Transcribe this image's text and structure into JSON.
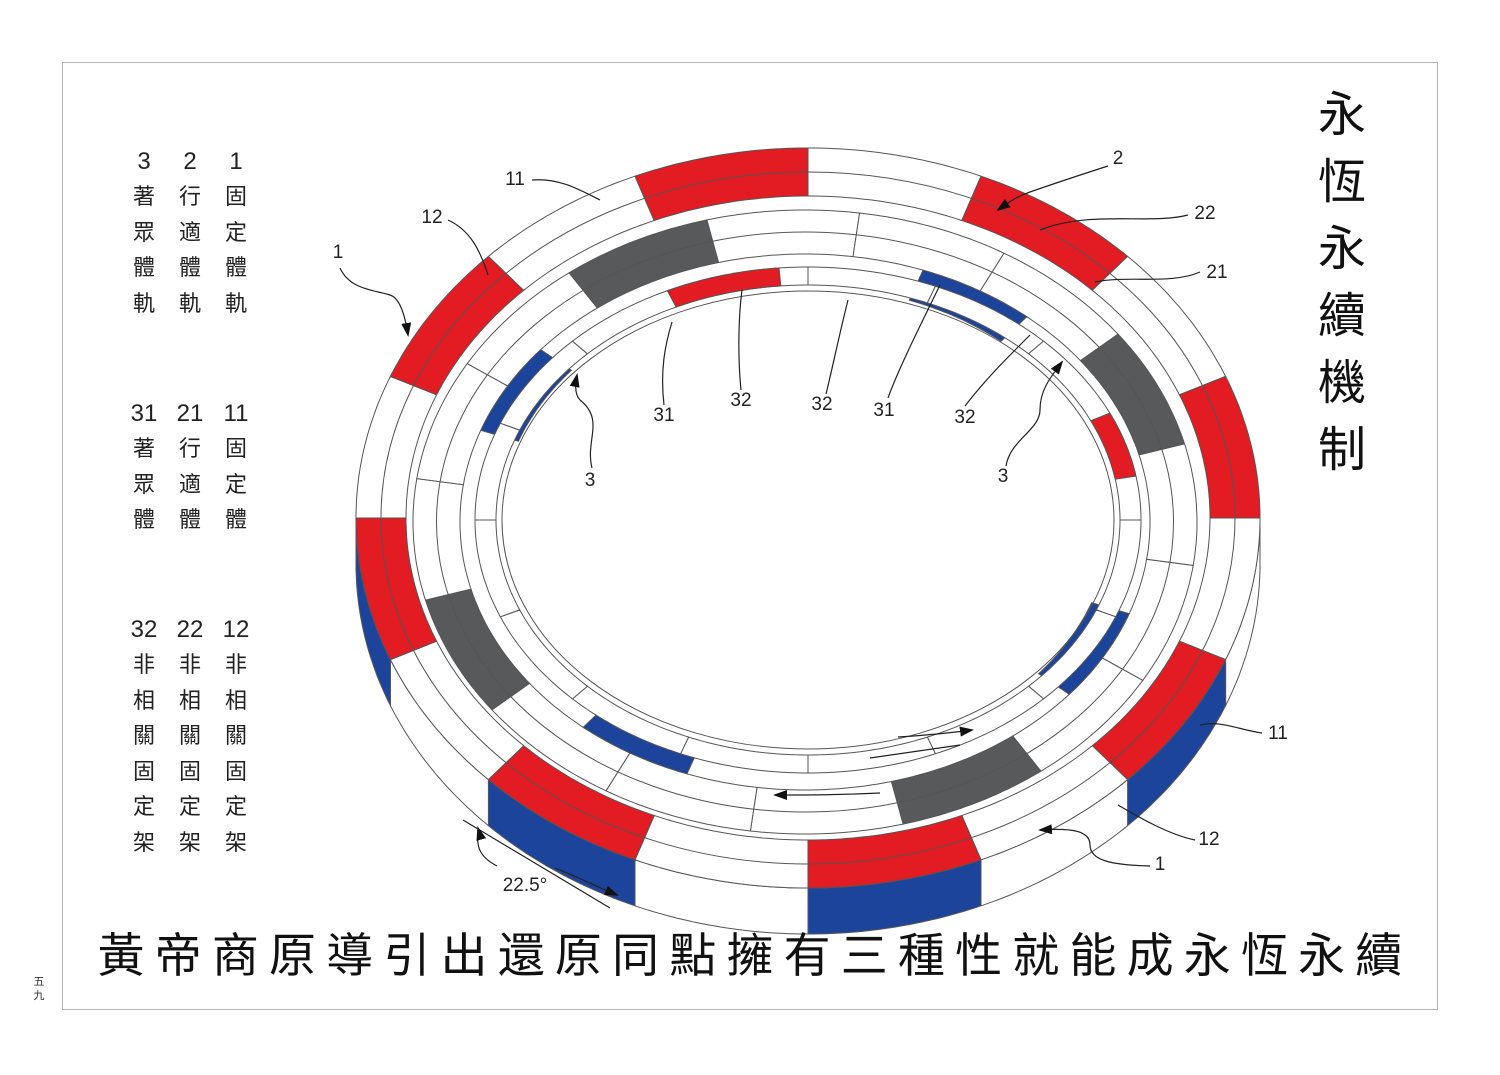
{
  "title_vertical": [
    "永",
    "恆",
    "永",
    "續",
    "機",
    "制"
  ],
  "bottom_caption": [
    "黃",
    "帝",
    "商",
    "原",
    "導",
    "引",
    "出",
    "還",
    "原",
    "同",
    "點",
    "擁",
    "有",
    "三",
    "種",
    "性",
    "就",
    "能",
    "成",
    "永",
    "恆",
    "永",
    "續"
  ],
  "page_number": [
    "五",
    "九"
  ],
  "legend_groups": [
    {
      "columns": [
        {
          "num": "1",
          "chars": [
            "固",
            "定",
            "體",
            "軌"
          ]
        },
        {
          "num": "2",
          "chars": [
            "行",
            "適",
            "體",
            "軌"
          ]
        },
        {
          "num": "3",
          "chars": [
            "著",
            "眾",
            "體",
            "軌"
          ]
        }
      ]
    },
    {
      "columns": [
        {
          "num": "11",
          "chars": [
            "固",
            "定",
            "體"
          ]
        },
        {
          "num": "21",
          "chars": [
            "行",
            "適",
            "體"
          ]
        },
        {
          "num": "31",
          "chars": [
            "著",
            "眾",
            "體"
          ]
        }
      ]
    },
    {
      "columns": [
        {
          "num": "12",
          "chars": [
            "非",
            "相",
            "關",
            "固",
            "定",
            "架"
          ]
        },
        {
          "num": "22",
          "chars": [
            "非",
            "相",
            "關",
            "固",
            "定",
            "架"
          ]
        },
        {
          "num": "32",
          "chars": [
            "非",
            "相",
            "關",
            "固",
            "定",
            "架"
          ]
        }
      ]
    }
  ],
  "diagram_labels": {
    "l11_top": "11",
    "l12_top": "12",
    "l1_left": "1",
    "l2": "2",
    "l22": "22",
    "l21": "21",
    "l3_left": "3",
    "l31_a": "31",
    "l32_a": "32",
    "l32_b": "32",
    "l31_b": "31",
    "l32_c": "32",
    "l3_right": "3",
    "l11_right": "11",
    "l12_bottom": "12",
    "l1_bottom": "1",
    "angle": "22.5°"
  },
  "colors": {
    "red": "#e31b23",
    "blue": "#1d449b",
    "gray": "#58595b",
    "outline": "#555555",
    "bg": "#ffffff"
  }
}
